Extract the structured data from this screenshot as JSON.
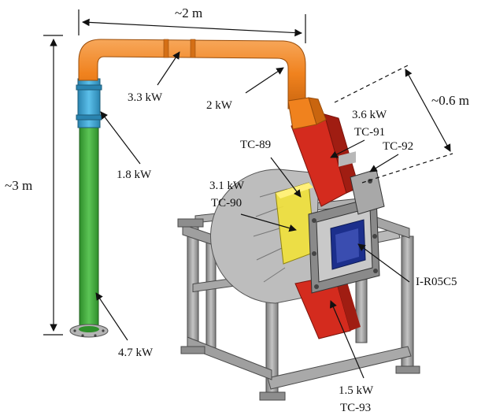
{
  "labels": {
    "height": "~3 m",
    "width": "~2 m",
    "depth": "~0.6 m",
    "p33": "3.3 kW",
    "p2": "2 kW",
    "p18": "1.8 kW",
    "p47": "4.7 kW",
    "p36": "3.6 kW",
    "tc91": "TC-91",
    "tc92": "TC-92",
    "tc89": "TC-89",
    "p31": "3.1 kW",
    "tc90": "TC-90",
    "ir": "I-R05C5",
    "p15": "1.5 kW",
    "tc93": "TC-93"
  },
  "colors": {
    "orange": "#f0821e",
    "blue": "#3aa9d8",
    "green": "#3fae3a",
    "red": "#d42b1e",
    "yellow": "#f2e23a",
    "steel": "#9a9a9a",
    "dark_blue": "#1c2f8c"
  }
}
